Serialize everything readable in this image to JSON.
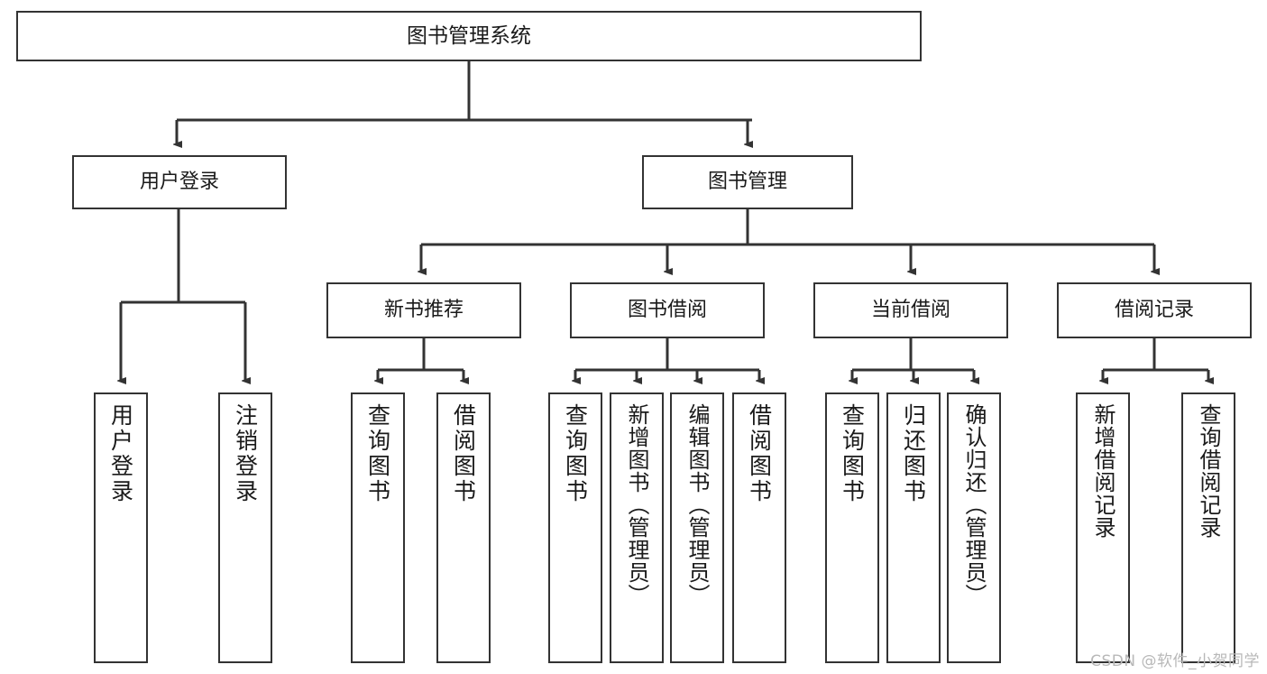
{
  "diagram": {
    "type": "hierarchy-tree",
    "title": "图书管理系统",
    "background_color": "#ffffff",
    "line_color": "#333333",
    "text_color": "#1a1a1a",
    "nodes": {
      "root": {
        "label": "图书管理系统"
      },
      "level1": [
        {
          "id": "user-login",
          "label": "用户登录"
        },
        {
          "id": "book-management",
          "label": "图书管理"
        }
      ],
      "level2": [
        {
          "id": "new-book-recommend",
          "label": "新书推荐"
        },
        {
          "id": "book-borrow",
          "label": "图书借阅"
        },
        {
          "id": "current-borrow",
          "label": "当前借阅"
        },
        {
          "id": "borrow-record",
          "label": "借阅记录"
        }
      ],
      "leaves": {
        "user_login": [
          {
            "id": "leaf-user-login",
            "label": "用户登录"
          },
          {
            "id": "leaf-logout-login",
            "label": "注销登录"
          }
        ],
        "new_book_recommend": [
          {
            "id": "leaf-query-book-1",
            "label": "查询图书"
          },
          {
            "id": "leaf-borrow-book-1",
            "label": "借阅图书"
          }
        ],
        "book_borrow": [
          {
            "id": "leaf-query-book-2",
            "label": "查询图书"
          },
          {
            "id": "leaf-add-book",
            "label": "新增图书（管理员）"
          },
          {
            "id": "leaf-edit-book",
            "label": "编辑图书（管理员）"
          },
          {
            "id": "leaf-borrow-book-2",
            "label": "借阅图书"
          }
        ],
        "current_borrow": [
          {
            "id": "leaf-query-book-3",
            "label": "查询图书"
          },
          {
            "id": "leaf-return-book",
            "label": "归还图书"
          },
          {
            "id": "leaf-confirm-return",
            "label": "确认归还（管理员）"
          }
        ],
        "borrow_record": [
          {
            "id": "leaf-add-record",
            "label": "新增借阅记录"
          },
          {
            "id": "leaf-query-record",
            "label": "查询借阅记录"
          }
        ]
      }
    }
  },
  "watermark": {
    "text": "CSDN @软件_小贺同学"
  }
}
